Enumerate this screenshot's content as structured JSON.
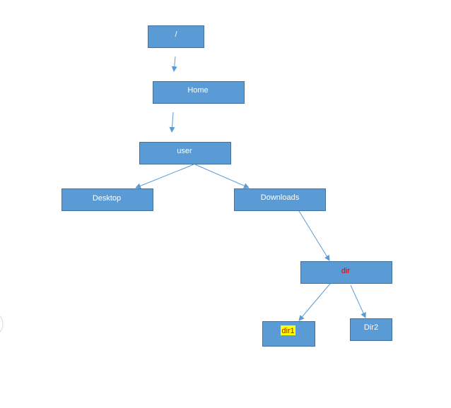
{
  "diagram": {
    "nodes": {
      "root": "/",
      "home": "Home",
      "user": "user",
      "desktop": "Desktop",
      "downloads": "Downloads",
      "dir": "dir",
      "dir1": "dir1",
      "dir2": "Dir2"
    },
    "colors": {
      "box_fill": "#5b9bd5",
      "box_border": "#41719c",
      "label": "#ffffff",
      "dir_label": "#e00000",
      "dir1_highlight": "#ffff00"
    }
  }
}
